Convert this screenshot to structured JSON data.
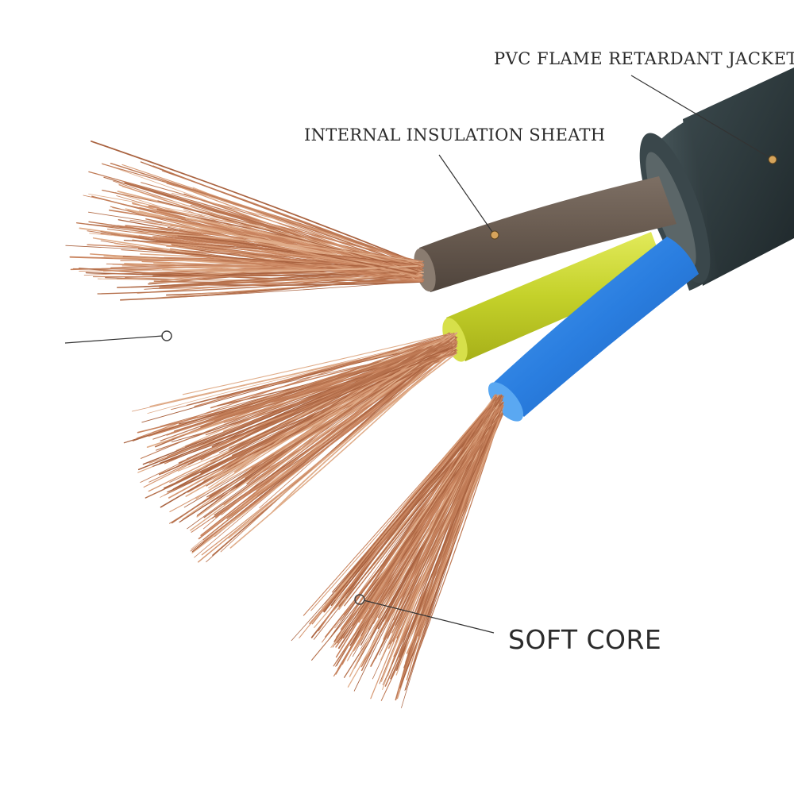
{
  "labels": {
    "jacket": "PVC FLAME RETARDANT JACKET",
    "sheath": "INTERNAL INSULATION SHEATH",
    "core": "SOFT CORE"
  },
  "colors": {
    "background": "#ffffff",
    "jacket": "#2f3b3f",
    "brown_insulation": "#6b5d52",
    "yellow_insulation": "#c9d62a",
    "blue_insulation": "#2a7ee0",
    "copper": "#c8835e",
    "leader_line": "#333333"
  }
}
